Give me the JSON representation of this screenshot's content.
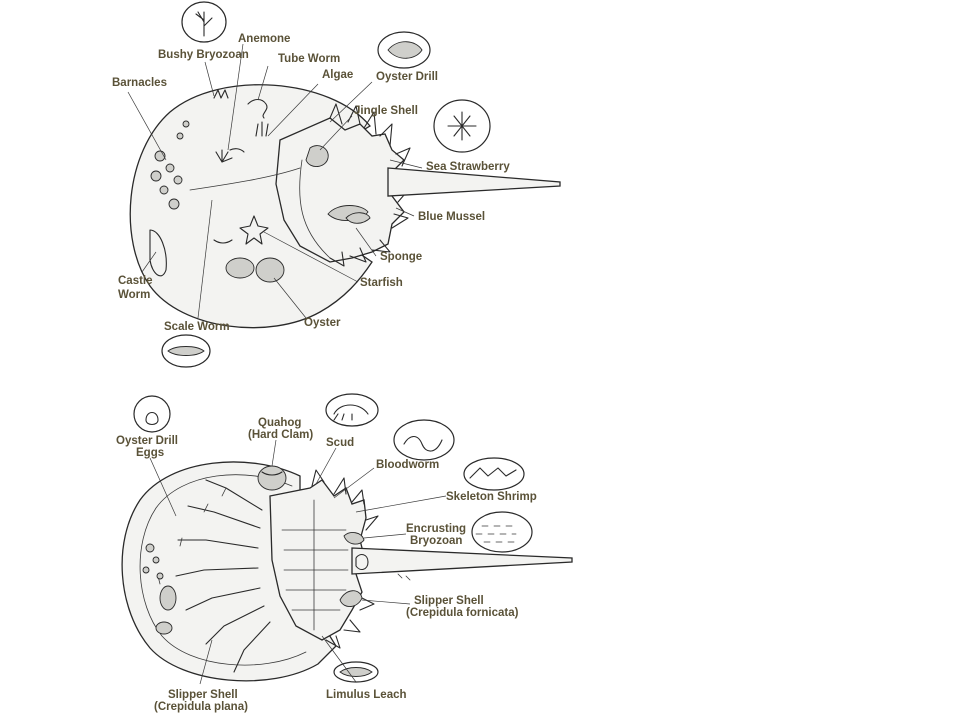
{
  "top_figure": {
    "labels": {
      "bushy_bryozoan": "Bushy Bryozoan",
      "anemone": "Anemone",
      "tube_worm": "Tube Worm",
      "algae": "Algae",
      "barnacles": "Barnacles",
      "oyster_drill": "Oyster Drill",
      "jingle_shell": "Jingle Shell",
      "sea_strawberry": "Sea Strawberry",
      "blue_mussel": "Blue Mussel",
      "sponge": "Sponge",
      "starfish": "Starfish",
      "castle_worm_1": "Castle",
      "castle_worm_2": "Worm",
      "scale_worm": "Scale Worm",
      "oyster": "Oyster"
    }
  },
  "bottom_figure": {
    "labels": {
      "oyster_drill_eggs_1": "Oyster Drill",
      "oyster_drill_eggs_2": "Eggs",
      "quahog_1": "Quahog",
      "quahog_2": "(Hard Clam)",
      "scud": "Scud",
      "bloodworm": "Bloodworm",
      "skeleton_shrimp": "Skeleton Shrimp",
      "encrusting_bryozoan_1": "Encrusting",
      "encrusting_bryozoan_2": "Bryozoan",
      "slipper_shell_fornicata_1": "Slipper Shell",
      "slipper_shell_fornicata_2": "(Crepidula fornicata)",
      "limulus_leach": "Limulus Leach",
      "slipper_shell_plana_1": "Slipper Shell",
      "slipper_shell_plana_2": "(Crepidula plana)"
    }
  }
}
